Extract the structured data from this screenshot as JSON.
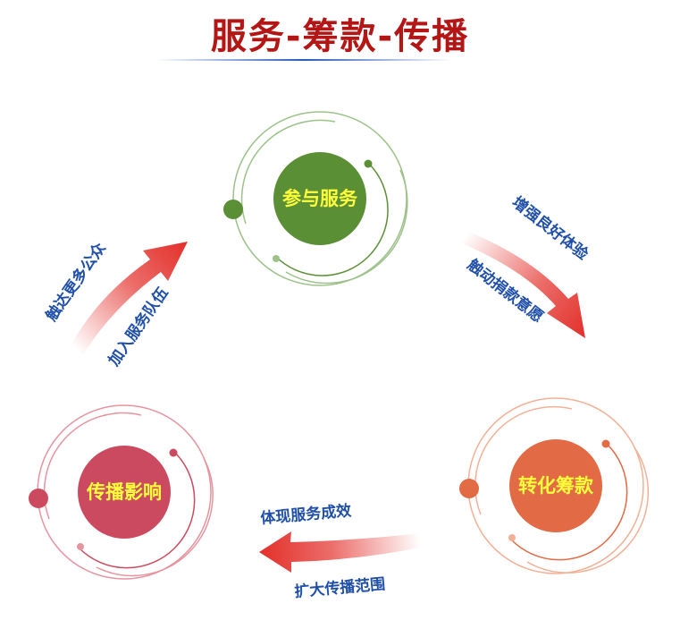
{
  "title": "服务-筹款-传播",
  "nodes": {
    "serve": {
      "label": "参与服务",
      "color": "#5b8f36",
      "ring": "#9cc28a"
    },
    "fund": {
      "label": "转化筹款",
      "color": "#e26a45",
      "ring": "#f2b196"
    },
    "spread": {
      "label": "传播影响",
      "color": "#cc4a5f",
      "ring": "#e6949f"
    }
  },
  "arrows": {
    "serve_to_fund": {
      "label1": "增强良好体验",
      "label2": "触动捐款意愿"
    },
    "fund_to_spread": {
      "label1": "体现服务成效",
      "label2": "扩大传播范围"
    },
    "spread_to_serve": {
      "label1": "触达更多公众",
      "label2": "加入服务队伍"
    }
  },
  "colors": {
    "arrow": "#e32f2a",
    "text_blue": "#1f4fa8",
    "circle_text": "#ffff3c",
    "title": "#b41616"
  }
}
